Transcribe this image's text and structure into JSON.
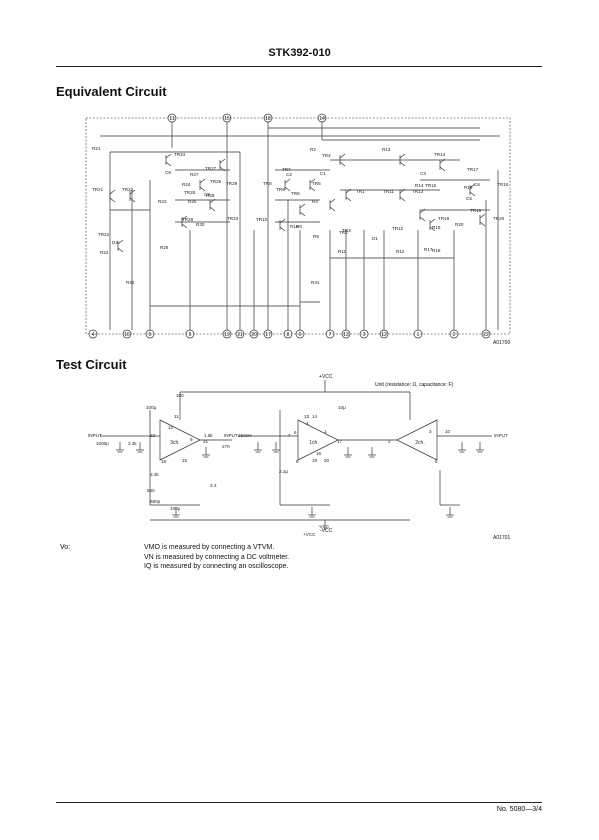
{
  "header": {
    "part_number": "STK392-010"
  },
  "equivalent_circuit": {
    "title": "Equivalent Circuit",
    "figure_id": "A01700",
    "top_pins": [
      "11",
      "15",
      "18",
      "14"
    ],
    "bottom_pins": [
      "4",
      "16",
      "5",
      "9",
      "19",
      "21",
      "20",
      "17",
      "8",
      "6",
      "7",
      "13",
      "3",
      "12",
      "1",
      "2",
      "22"
    ],
    "labels": [
      "R21",
      "TR24",
      "TR27",
      "C8",
      "R27",
      "R24",
      "TR26",
      "R25",
      "TR28",
      "TR21",
      "TR22",
      "R23",
      "C9",
      "TR29",
      "TR25",
      "R29",
      "R30",
      "TR23",
      "TR22",
      "D2",
      "R22",
      "R26",
      "R32",
      "R31",
      "TR7",
      "TR8",
      "R2",
      "C2",
      "TR5",
      "TR9",
      "TR6",
      "R4",
      "TR10",
      "R10",
      "R6",
      "TR3",
      "R5",
      "R11",
      "R12",
      "TR4",
      "C1",
      "C3",
      "TR1",
      "TR11",
      "TR13",
      "TR2",
      "R13",
      "TR14",
      "TR15",
      "R14",
      "TR12",
      "R16",
      "C5",
      "C6",
      "TR18",
      "TR17",
      "TR16",
      "R19",
      "R20",
      "TR19",
      "TR20",
      "R18",
      "R17",
      "D1"
    ]
  },
  "test_circuit": {
    "title": "Test Circuit",
    "figure_id": "A01701",
    "vcc_top": "+VCC",
    "vcc_bottom": "-VCC",
    "unit_note": "Unit (resistance: Ω, capacitance: F)",
    "channels": [
      "3ch.",
      "1ch.",
      "2ch."
    ],
    "input_label": "INPUT",
    "labels": [
      "100",
      "100μ",
      "10μ",
      "1.5k",
      "3.3k",
      "1000p",
      "270",
      "3.3",
      "150nH",
      "2.2μ",
      "3.3k",
      "560",
      "680p",
      "100μ",
      "+VCC",
      "-VCC",
      "6",
      "1",
      "11",
      "10",
      "15",
      "17",
      "2",
      "21",
      "22",
      "13",
      "18",
      "19",
      "20",
      "8",
      "7",
      "3",
      "5",
      "4",
      "14",
      "9",
      "16",
      "12"
    ]
  },
  "notes": {
    "label": "Vo:",
    "lines": [
      "VMO is measured by connecting a VTVM.",
      "VN is measured by connecting a DC voltmeter.",
      "IQ is measured by connecting an oscilloscope."
    ]
  },
  "footer": {
    "page_ref": "No. 5080—3/4"
  }
}
